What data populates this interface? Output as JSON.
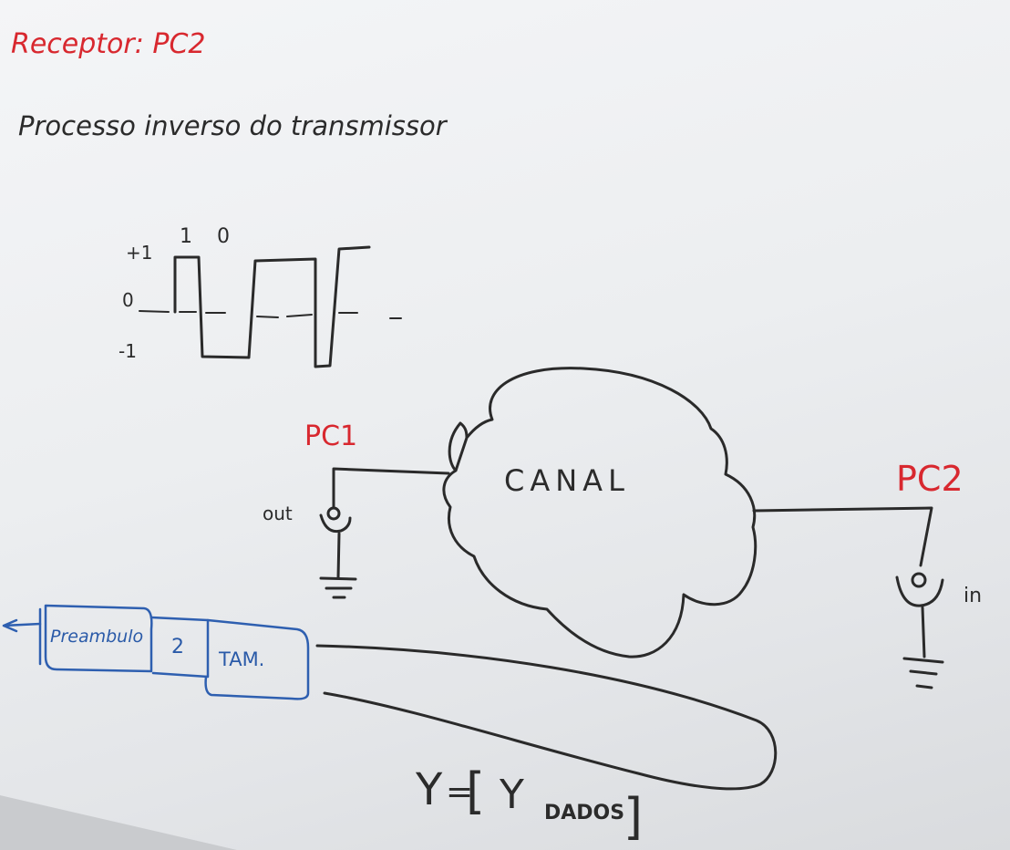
{
  "header": {
    "title": "Receptor: PC2",
    "subtitle": "Processo inverso do transmissor"
  },
  "waveform": {
    "level_high": "+1",
    "level_zero": "0",
    "level_low": "-1",
    "bit_1": "1",
    "bit_0": "0"
  },
  "nodes": {
    "sender": "PC1",
    "receiver": "PC2",
    "channel": "CANAL",
    "output_port": "out",
    "input_port": "in"
  },
  "frame": {
    "field_1": "Preambulo",
    "field_2": "2",
    "field_3": "TAM."
  },
  "formula": {
    "left": "Y",
    "equals": "=",
    "open": "[",
    "inner_y": "Y",
    "inner_label": "DADOS",
    "close": "]"
  },
  "colors": {
    "board": "#eceef0",
    "red_marker": "#d8282f",
    "black_marker": "#2a2a2a",
    "blue_marker": "#2e5fb0"
  }
}
